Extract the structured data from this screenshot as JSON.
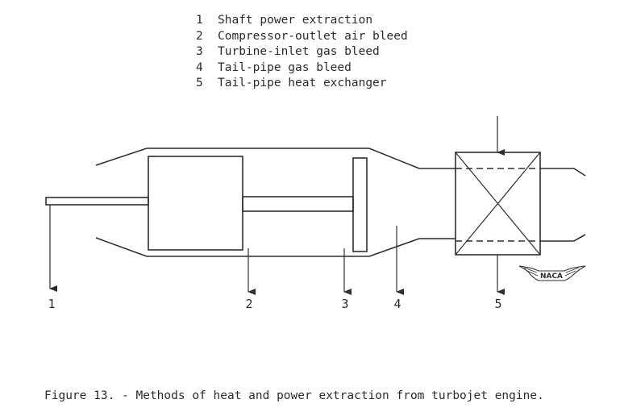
{
  "legend": {
    "items": [
      {
        "num": "1",
        "label": "Shaft power extraction"
      },
      {
        "num": "2",
        "label": "Compressor-outlet air bleed"
      },
      {
        "num": "3",
        "label": "Turbine-inlet gas bleed"
      },
      {
        "num": "4",
        "label": "Tail-pipe gas bleed"
      },
      {
        "num": "5",
        "label": "Tail-pipe heat exchanger"
      }
    ]
  },
  "diagram": {
    "point_labels": [
      "1",
      "2",
      "3",
      "4",
      "5"
    ],
    "logo_text": "NACA"
  },
  "caption": "Figure 13. - Methods of heat and power extraction from turbojet engine."
}
